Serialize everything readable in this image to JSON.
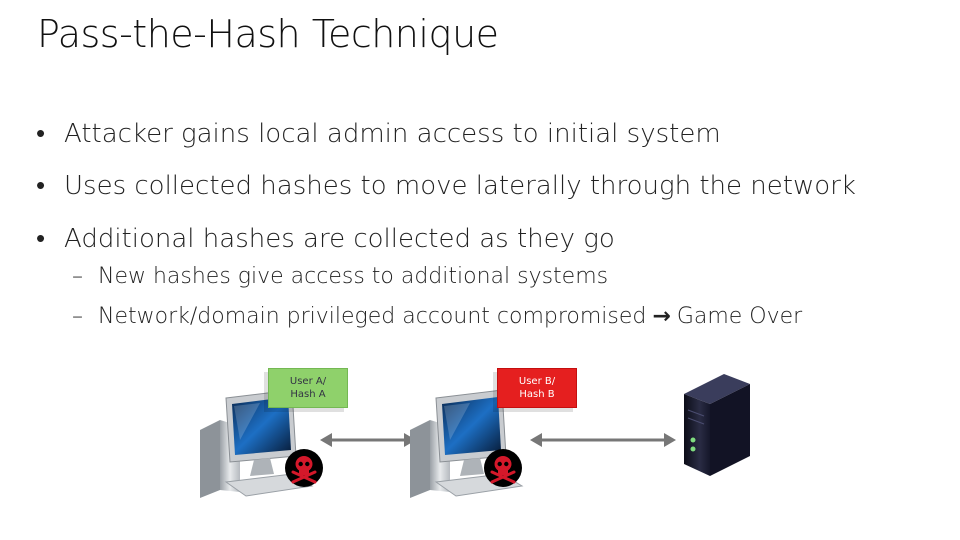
{
  "slide": {
    "title": "Pass-the-Hash Technique",
    "bullets": [
      "Attacker gains local admin access to initial system",
      "Uses collected hashes to move laterally through the network",
      "Additional hashes are collected as they go"
    ],
    "sub_bullets": [
      "New hashes give access to additional systems",
      "Network/domain privileged account compromised"
    ],
    "sub_bullet_tail": "Game Over",
    "bullet_glyph": "•",
    "dash_glyph": "–",
    "arrow_glyph": "→"
  },
  "diagram": {
    "label_a_line1": "User A/",
    "label_a_line2": "Hash A",
    "label_b_line1": "User B/",
    "label_b_line2": "Hash B",
    "colors": {
      "label_a": "#8fd16b",
      "label_b": "#e51f1f",
      "skull_badge": "#000000",
      "skull": "#d4182a",
      "arrow": "#777777"
    },
    "icons": [
      "workstation-icon",
      "skull-icon",
      "double-arrow-icon",
      "server-icon"
    ]
  }
}
